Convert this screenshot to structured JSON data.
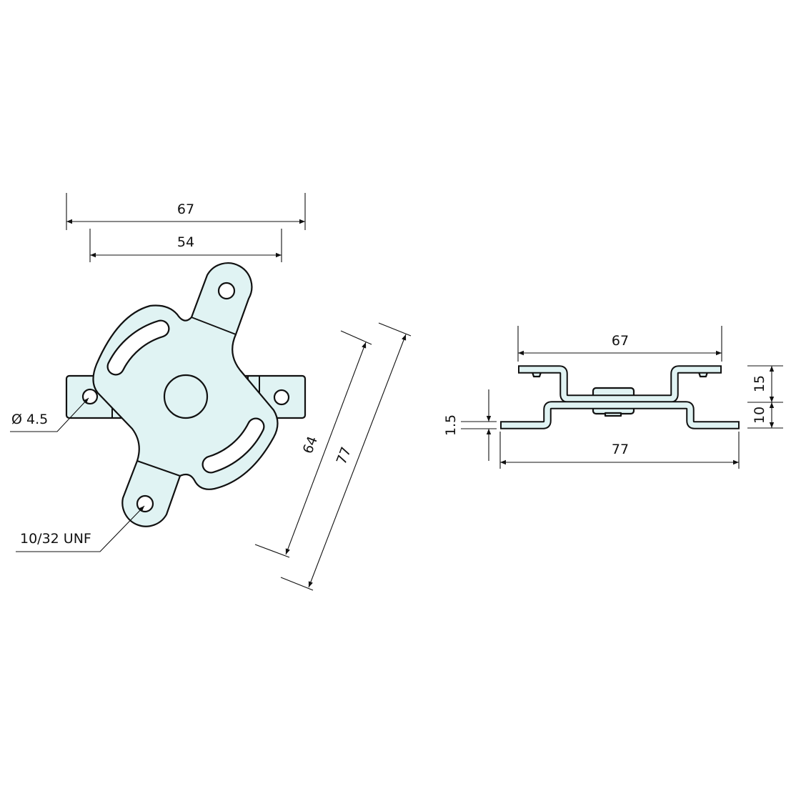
{
  "drawing": {
    "fill_color": "#e0f3f3",
    "line_color": "#111111",
    "top_view": {
      "dim_overall_width": "67",
      "dim_hole_spacing": "54",
      "dim_diag_inner": "64",
      "dim_diag_outer": "77",
      "hole_callout": "Ø 4.5",
      "thread_callout": "10/32 UNF"
    },
    "side_view": {
      "dim_top_width": "67",
      "dim_bottom_width": "77",
      "dim_upper_height": "15",
      "dim_lower_height": "10",
      "dim_thickness": "1.5"
    }
  }
}
